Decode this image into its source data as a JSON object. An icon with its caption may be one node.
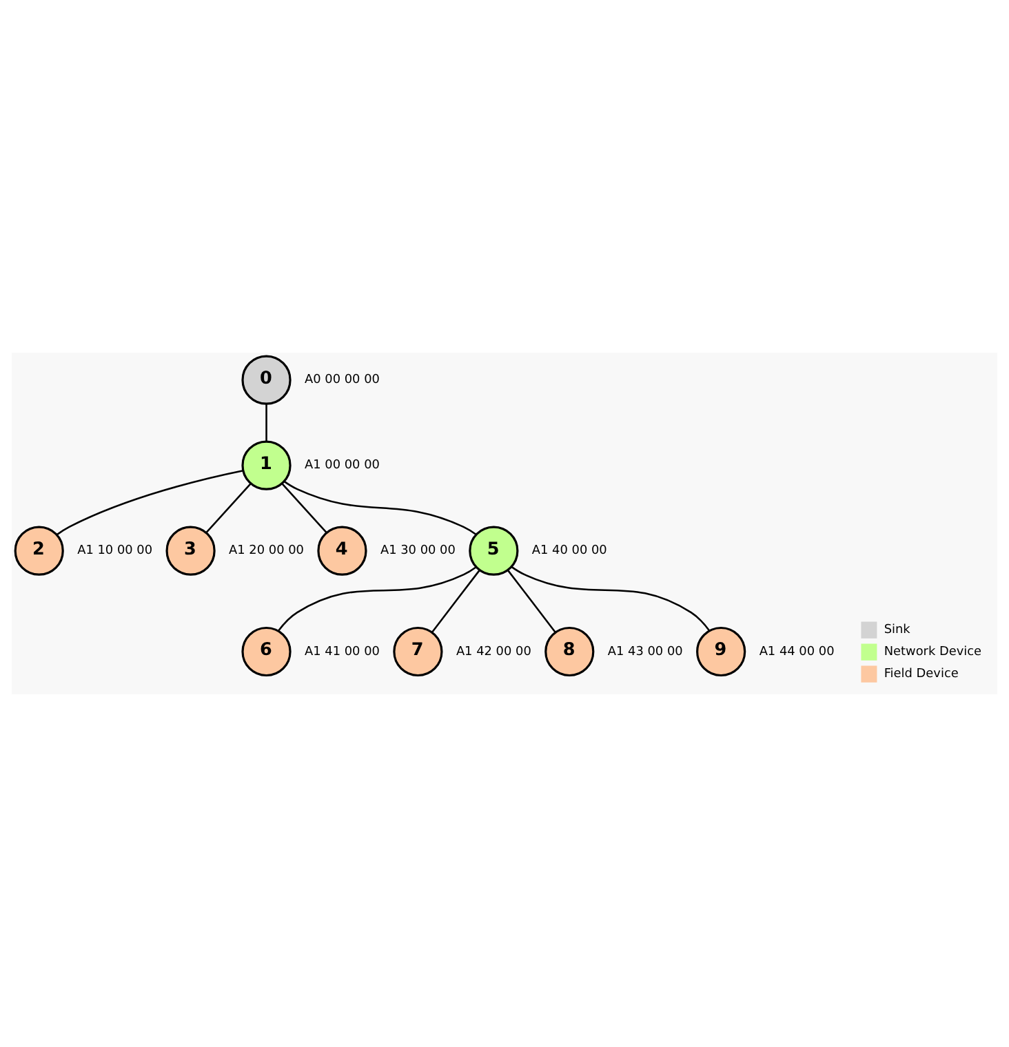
{
  "diagram": {
    "nodes": [
      {
        "text": [
          "0"
        ],
        "beside": [
          "A0 00 00 00"
        ]
      },
      {
        "text": [
          "1"
        ],
        "beside": [
          "A1 00 00 00"
        ]
      },
      {
        "text": [
          "2"
        ],
        "beside": [
          "A1 10 00 00"
        ]
      },
      {
        "text": [
          "3"
        ],
        "beside": [
          "A1 20 00 00"
        ]
      },
      {
        "text": [
          "4"
        ],
        "beside": [
          "A1 30 00 00"
        ]
      },
      {
        "text": [
          "5"
        ],
        "beside": [
          "A1 40 00 00"
        ]
      },
      {
        "text": [
          "6"
        ],
        "beside": [
          "A1 41 00 00"
        ]
      },
      {
        "text": [
          "7"
        ],
        "beside": [
          "A1 42 00 00"
        ]
      },
      {
        "text": [
          "8"
        ],
        "beside": [
          "A1 43 00 00"
        ]
      },
      {
        "text": [
          "9"
        ],
        "beside": [
          "A1 44 00 00"
        ]
      }
    ],
    "edges": [
      {
        "from": 0,
        "to": 1,
        "arrow": "none"
      },
      {
        "from": 1,
        "to": 2,
        "arrow": "none"
      },
      {
        "from": 1,
        "to": 3,
        "arrow": "none"
      },
      {
        "from": 1,
        "to": 4,
        "arrow": "none"
      },
      {
        "from": 1,
        "to": 5,
        "arrow": "none"
      },
      {
        "from": 5,
        "to": 6,
        "arrow": "none"
      },
      {
        "from": 5,
        "to": 7,
        "arrow": "none"
      },
      {
        "from": 5,
        "to": 8,
        "arrow": "none"
      },
      {
        "from": 5,
        "to": 9,
        "arrow": "none"
      }
    ],
    "legend": [
      {
        "text": "Sink",
        "color": "#d3d3d3"
      },
      {
        "text": "Network Device",
        "color": "#c1ff8e"
      },
      {
        "text": "Field Device",
        "color": "#fdc8a1"
      }
    ]
  }
}
